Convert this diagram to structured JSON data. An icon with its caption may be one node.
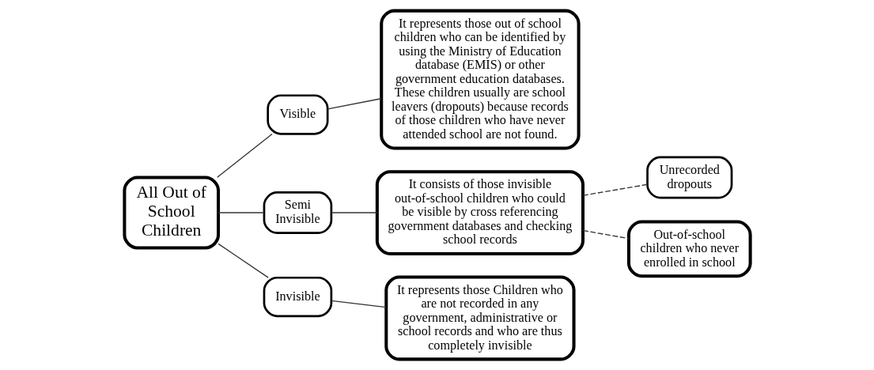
{
  "diagram": {
    "nodes": [
      {
        "text": [
          "All Out of School Children"
        ]
      },
      {
        "text": [
          "Visible"
        ]
      },
      {
        "text": [
          "Semi Invisible"
        ]
      },
      {
        "text": [
          "Invisible"
        ]
      },
      {
        "text": [
          "It represents those out of school children who can be identified by using the Ministry of Education database (EMIS) or other government education databases. These children usually are school leavers (dropouts) because records of those children who have never attended school are not found."
        ]
      },
      {
        "text": [
          "It consists of those invisible out-of-school children who could be visible by cross referencing government databases and checking school records"
        ]
      },
      {
        "text": [
          "It represents those Children who are not recorded in any government, administrative or school records and who are thus completely invisible"
        ]
      },
      {
        "text": [
          "Unrecorded dropouts"
        ]
      },
      {
        "text": [
          "Out-of-school children who never enrolled in school"
        ]
      }
    ],
    "edges": [
      {
        "from": 0,
        "to": 1,
        "arrow": "none"
      },
      {
        "from": 0,
        "to": 2,
        "arrow": "none"
      },
      {
        "from": 0,
        "to": 3,
        "arrow": "none"
      },
      {
        "from": 1,
        "to": 4,
        "arrow": "none"
      },
      {
        "from": 2,
        "to": 5,
        "arrow": "none"
      },
      {
        "from": 3,
        "to": 6,
        "arrow": "none"
      },
      {
        "from": 5,
        "to": 7,
        "arrow": "none",
        "style": "dashed"
      },
      {
        "from": 5,
        "to": 8,
        "arrow": "none",
        "style": "dashed"
      }
    ]
  }
}
